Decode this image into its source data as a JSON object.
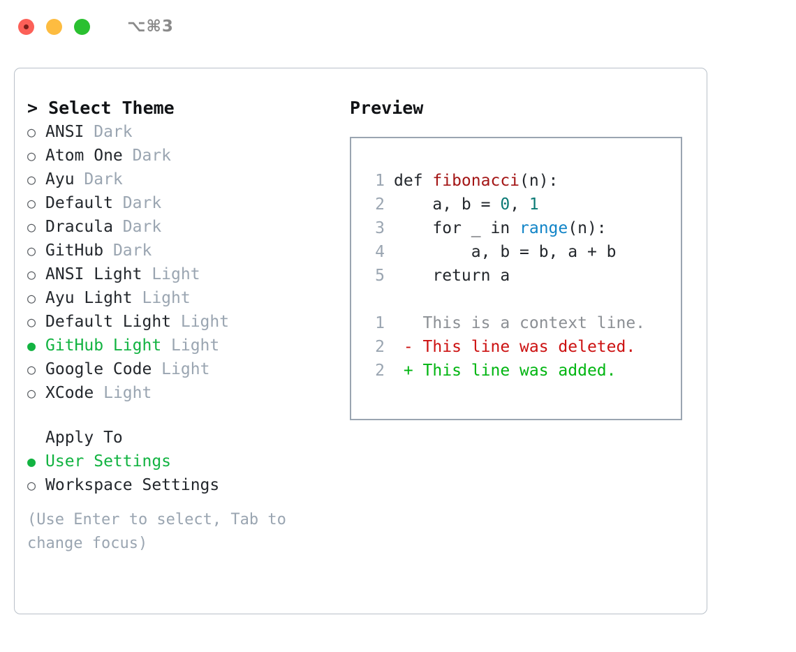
{
  "titlebar": {
    "shortcut": "⌥⌘3",
    "dots": [
      "close-red",
      "minimize-yellow",
      "zoom-green"
    ]
  },
  "theme_panel": {
    "heading": "> Select Theme",
    "items": [
      {
        "bullet": "○",
        "label": "ANSI",
        "tag": "Dark",
        "selected": false
      },
      {
        "bullet": "○",
        "label": "Atom One",
        "tag": "Dark",
        "selected": false
      },
      {
        "bullet": "○",
        "label": "Ayu",
        "tag": "Dark",
        "selected": false
      },
      {
        "bullet": "○",
        "label": "Default",
        "tag": "Dark",
        "selected": false
      },
      {
        "bullet": "○",
        "label": "Dracula",
        "tag": "Dark",
        "selected": false
      },
      {
        "bullet": "○",
        "label": "GitHub",
        "tag": "Dark",
        "selected": false
      },
      {
        "bullet": "○",
        "label": "ANSI Light",
        "tag": "Light",
        "selected": false
      },
      {
        "bullet": "○",
        "label": "Ayu Light",
        "tag": "Light",
        "selected": false
      },
      {
        "bullet": "○",
        "label": "Default Light",
        "tag": "Light",
        "selected": false
      },
      {
        "bullet": "●",
        "label": "GitHub Light",
        "tag": "Light",
        "selected": true
      },
      {
        "bullet": "○",
        "label": "Google Code",
        "tag": "Light",
        "selected": false
      },
      {
        "bullet": "○",
        "label": "XCode",
        "tag": "Light",
        "selected": false
      }
    ]
  },
  "apply_to": {
    "heading": "Apply To",
    "options": [
      {
        "bullet": "●",
        "label": "User Settings",
        "selected": true
      },
      {
        "bullet": "○",
        "label": "Workspace Settings",
        "selected": false
      }
    ]
  },
  "hint": "(Use Enter to select, Tab to change focus)",
  "preview": {
    "title": "Preview",
    "code_lines": [
      {
        "num": "1",
        "segments": [
          {
            "text": "def ",
            "style": "plain"
          },
          {
            "text": "fibonacci",
            "style": "fn"
          },
          {
            "text": "(n):",
            "style": "plain"
          }
        ]
      },
      {
        "num": "2",
        "segments": [
          {
            "text": "    a, b = ",
            "style": "plain"
          },
          {
            "text": "0",
            "style": "num"
          },
          {
            "text": ", ",
            "style": "plain"
          },
          {
            "text": "1",
            "style": "num"
          }
        ]
      },
      {
        "num": "3",
        "segments": [
          {
            "text": "    for _ in ",
            "style": "plain"
          },
          {
            "text": "range",
            "style": "call"
          },
          {
            "text": "(n):",
            "style": "plain"
          }
        ]
      },
      {
        "num": "4",
        "segments": [
          {
            "text": "        a, b = b, a + b",
            "style": "plain"
          }
        ]
      },
      {
        "num": "5",
        "segments": [
          {
            "text": "    return a",
            "style": "plain"
          }
        ]
      }
    ],
    "diff_lines": [
      {
        "num": "1",
        "marker": "  ",
        "text": "This is a context line.",
        "kind": "ctx"
      },
      {
        "num": "2",
        "marker": "- ",
        "text": "This line was deleted.",
        "kind": "del"
      },
      {
        "num": "2",
        "marker": "+ ",
        "text": "This line was added.",
        "kind": "add"
      }
    ]
  },
  "colors": {
    "accent_green": "#12b341",
    "muted": "#9aa5b1",
    "diff_deleted": "#cc1111",
    "diff_added": "#00b511",
    "syntax_function": "#a31515",
    "syntax_number": "#0b7a75",
    "syntax_call": "#1184c7"
  }
}
